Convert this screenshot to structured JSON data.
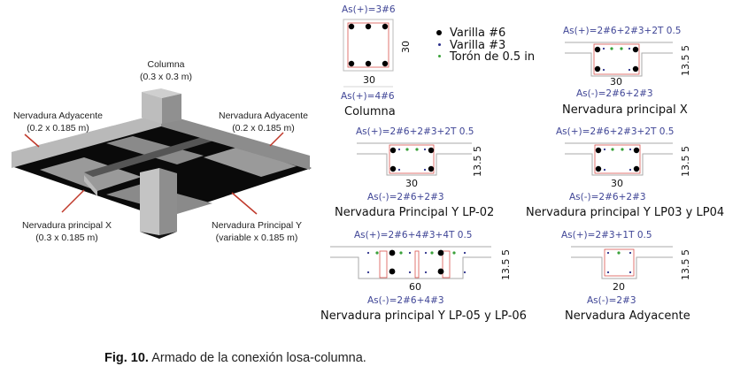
{
  "model3d": {
    "columna": {
      "name": "Columna",
      "size": "(0.3 x 0.3 m)"
    },
    "adyacente_left": {
      "name": "Nervadura Adyacente",
      "size": "(0.2 x 0.185 m)"
    },
    "adyacente_right": {
      "name": "Nervadura Adyacente",
      "size": "(0.2 x 0.185 m)"
    },
    "principal_x": {
      "name": "Nervadura principal X",
      "size": "(0.3 x 0.185 m)"
    },
    "principal_y": {
      "name": "Nervadura Principal Y",
      "size": "(variable x 0.185 m)"
    }
  },
  "legend": [
    {
      "label": "Varilla #6",
      "color": "#000000"
    },
    {
      "label": "Varilla #3",
      "color": "#2a2f8a"
    },
    {
      "label": "Torón de 0.5 in",
      "color": "#3aa13a"
    }
  ],
  "sections": {
    "columna": {
      "as_top": "As(+)=3#6",
      "as_bottom": "As(+)=4#6",
      "width": "30",
      "height": "30",
      "title": "Columna"
    },
    "principal_x": {
      "as_top": "As(+)=2#6+2#3+2T 0.5",
      "as_bottom": "As(-)=2#6+2#3",
      "width": "30",
      "height": "13.5 5",
      "title": "Nervadura principal X"
    },
    "principal_y_lp02": {
      "as_top": "As(+)=2#6+2#3+2T 0.5",
      "as_bottom": "As(-)=2#6+2#3",
      "width": "30",
      "height": "13.5 5",
      "title": "Nervadura Principal Y LP-02"
    },
    "principal_y_lp03_lp04": {
      "as_top": "As(+)=2#6+2#3+2T 0.5",
      "as_bottom": "As(-)=2#6+2#3",
      "width": "30",
      "height": "13.5 5",
      "title": "Nervadura principal Y LP03 y LP04"
    },
    "principal_y_lp05_lp06": {
      "as_top": "As(+)=2#6+4#3+4T 0.5",
      "as_bottom": "As(-)=2#6+4#3",
      "width": "60",
      "height": "13.5 5",
      "title": "Nervadura principal Y LP-05 y LP-06"
    },
    "adyacente": {
      "as_top": "As(+)=2#3+1T 0.5",
      "as_bottom": "As(-)=2#3",
      "width": "20",
      "height": "13.5 5",
      "title": "Nervadura Adyacente"
    }
  },
  "caption": {
    "label": "Fig. 10.",
    "text": " Armado de la conexión losa-columna."
  },
  "colors": {
    "label_text": "#3f4596",
    "stirrup": "#d9534f",
    "arrow": "#c0392b"
  }
}
